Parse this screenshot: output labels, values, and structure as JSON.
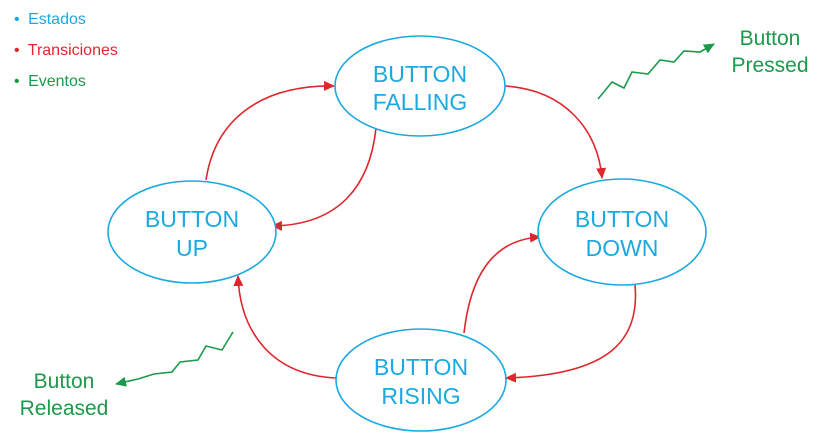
{
  "colors": {
    "state": "#1ba9e0",
    "transition": "#e0262d",
    "event": "#1a9a4a"
  },
  "legend": {
    "bullet": "•",
    "states": "Estados",
    "transitions": "Transiciones",
    "events": "Eventos"
  },
  "states": {
    "falling": {
      "line1": "BUTTON",
      "line2": "FALLING"
    },
    "up": {
      "line1": "BUTTON",
      "line2": "UP"
    },
    "down": {
      "line1": "BUTTON",
      "line2": "DOWN"
    },
    "rising": {
      "line1": "BUTTON",
      "line2": "RISING"
    }
  },
  "events": {
    "pressed": {
      "line1": "Button",
      "line2": "Pressed"
    },
    "released": {
      "line1": "Button",
      "line2": "Released"
    }
  },
  "icons": {
    "transition_arrow": "arrowhead-icon",
    "event_signal": "zigzag-signal-icon"
  }
}
